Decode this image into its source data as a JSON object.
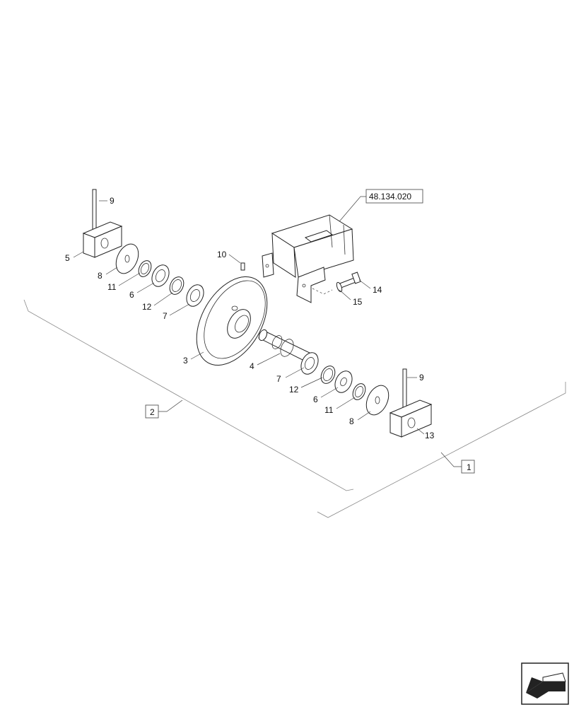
{
  "diagram": {
    "reference": "48.134.020",
    "callouts": {
      "c9_top": "9",
      "c5": "5",
      "c8_left": "8",
      "c11_left": "11",
      "c6_left": "6",
      "c12_left": "12",
      "c7_left": "7",
      "c10": "10",
      "c3": "3",
      "c4": "4",
      "c7_right": "7",
      "c12_right": "12",
      "c6_right": "6",
      "c11_right": "11",
      "c8_right": "8",
      "c9_right": "9",
      "c13": "13",
      "c14": "14",
      "c15": "15",
      "c1": "1",
      "c2": "2"
    }
  }
}
